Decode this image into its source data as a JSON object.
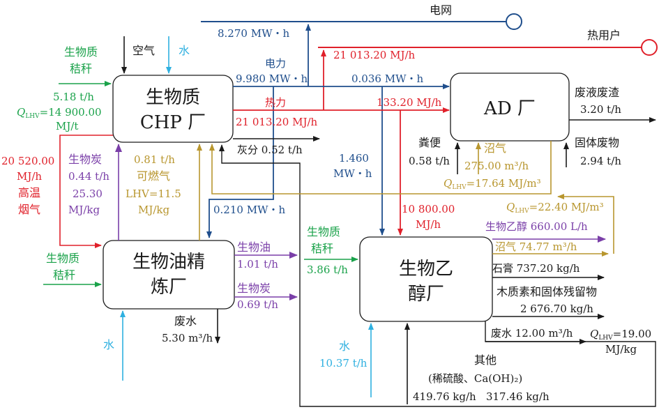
{
  "colors": {
    "black": "#1a1a1a",
    "blue": "#1f4e8c",
    "red": "#e0202a",
    "green": "#1aa24a",
    "purple": "#7a3fa8",
    "gold": "#b8962e",
    "cyan": "#2eb0e0"
  },
  "nodes": {
    "chp": {
      "line1": "生物质",
      "line2": "CHP 厂"
    },
    "ad": {
      "label": "AD 厂"
    },
    "refinery": {
      "line1": "生物油精",
      "line2": "炼厂"
    },
    "ethanol": {
      "line1": "生物乙",
      "line2": "醇厂"
    },
    "grid": {
      "label": "电网"
    },
    "heat_users": {
      "label": "热用户"
    }
  },
  "labels": {
    "grid_flow": "8.270 MW・h",
    "heat_user_flow": "21 013.20 MJ/h",
    "power_title": "电力",
    "power_total": "9.980 MW・h",
    "power_to_ad": "0.036 MW・h",
    "heat_title": "热力",
    "heat_to_ad": "133.20 MJ/h",
    "heat_total": "21 013.20 MJ/h",
    "ash": "灰分 0.52 t/h",
    "power_to_ethanol_1": "1.460",
    "power_to_ethanol_2": "MW・h",
    "power_to_refinery": "0.210 MW・h",
    "heat_to_ethanol_1": "10 800.00",
    "heat_to_ethanol_2": "MJ/h",
    "air": "空气",
    "water_chp": "水",
    "straw_chp_1": "生物质",
    "straw_chp_2": "秸秆",
    "straw_chp_rate": "5.18 t/h",
    "q_lhv_chp_q": "Q",
    "q_lhv_chp_sub": "LHV",
    "q_lhv_chp_val": "=14 900.00",
    "q_lhv_chp_unit": "MJ/t",
    "hot_gas_1": "20 520.00",
    "hot_gas_2": "MJ/h",
    "hot_gas_3": "高温",
    "hot_gas_4": "烟气",
    "biochar_in_1": "生物炭",
    "biochar_in_2": "0.44 t/h",
    "biochar_in_3": "25.30",
    "biochar_in_4": "MJ/kg",
    "combgas_1": "0.81 t/h",
    "combgas_2": "可燃气",
    "combgas_3": "LHV=11.5",
    "combgas_4": "MJ/kg",
    "waste_liquid": "废液废渣",
    "waste_liquid_rate": "3.20 t/h",
    "solid_waste": "固体废物",
    "solid_waste_rate": "2.94 t/h",
    "manure": "粪便",
    "manure_rate": "0.58 t/h",
    "biogas_ad_1": "沼气",
    "biogas_ad_2": "275.00 m³/h",
    "biogas_ad_q": "Q",
    "biogas_ad_sub": "LHV",
    "biogas_ad_val": "=17.64 MJ/m³",
    "biogas_eth_q": "Q",
    "biogas_eth_sub": "LHV",
    "biogas_eth_val": "=22.40 MJ/m³",
    "ethanol_out": "生物乙醇 660.00 L/h",
    "biogas_eth_out": "沼气 74.77 m³/h",
    "straw_ref_1": "生物质",
    "straw_ref_2": "秸秆",
    "bio_oil_1": "生物油",
    "bio_oil_2": "1.01 t/h",
    "biochar_out_1": "生物炭",
    "biochar_out_2": "0.69 t/h",
    "wastewater_ref_1": "废水",
    "wastewater_ref_2": "5.30 m³/h",
    "water_ref": "水",
    "straw_eth_1": "生物质",
    "straw_eth_2": "秸秆",
    "straw_eth_rate": "3.86 t/h",
    "gypsum": "石膏 737.20 kg/h",
    "lignin_1": "木质素和固体残留物",
    "lignin_2": "2 676.70 kg/h",
    "wastewater_eth": "废水 12.00 m³/h",
    "ww_q": "Q",
    "ww_sub": "LHV",
    "ww_val": "=19.00",
    "ww_unit": "MJ/kg",
    "water_eth_1": "水",
    "water_eth_2": "10.37 t/h",
    "other_1": "其他",
    "other_2": "(稀硫酸、Ca(OH)₂)",
    "other_3": "419.76 kg/h   317.46 kg/h"
  }
}
